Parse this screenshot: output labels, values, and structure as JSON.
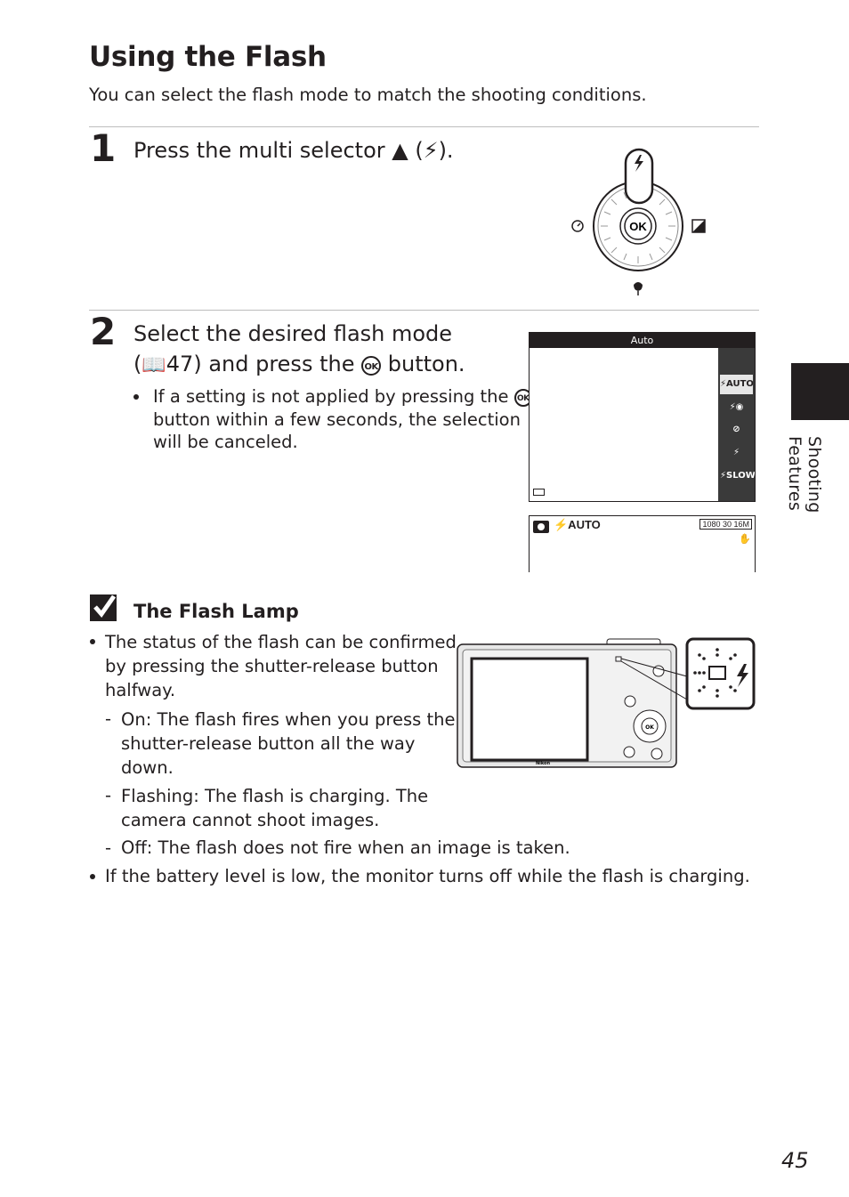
{
  "page": {
    "title": "Using the Flash",
    "intro": "You can select the flash mode to match the shooting conditions.",
    "side_tab_label": "Shooting Features",
    "page_number": "45"
  },
  "step1": {
    "number": "1",
    "text": "Press the multi selector ▲ (⚡).",
    "dial_center": "OK"
  },
  "step2": {
    "number": "2",
    "line1": "Select the desired flash mode",
    "line2_pre": "(",
    "line2_ref": "47) and press the",
    "line2_post": "button.",
    "ok_label": "OK",
    "bullet_pre": "If a setting is not applied by pressing the",
    "bullet_post_line1": "",
    "bullet_line2": "button within a few seconds, the selection",
    "bullet_line3": "will be canceled."
  },
  "screen": {
    "header": "Auto",
    "options": [
      "⚡AUTO",
      "⚡◉",
      "⊘",
      "⚡",
      "⚡SLOW"
    ],
    "selected_index": 0,
    "status_left": "⚡AUTO",
    "status_right": "1080 30 16M"
  },
  "note": {
    "heading": "The Flash Lamp",
    "bullet1_lines": [
      "The status of the flash can be confirmed",
      "by pressing the shutter-release button",
      "halfway."
    ],
    "sub1_lines": [
      "On: The flash fires when you press the",
      "shutter-release button all the way",
      "down."
    ],
    "sub2_lines": [
      "Flashing: The flash is charging. The",
      "camera cannot shoot images."
    ],
    "sub3_lines": [
      "Off: The flash does not fire when an image is taken."
    ],
    "bullet2": "If the battery level is low, the monitor turns off while the flash is charging.",
    "camera_brand": "Nikon"
  }
}
